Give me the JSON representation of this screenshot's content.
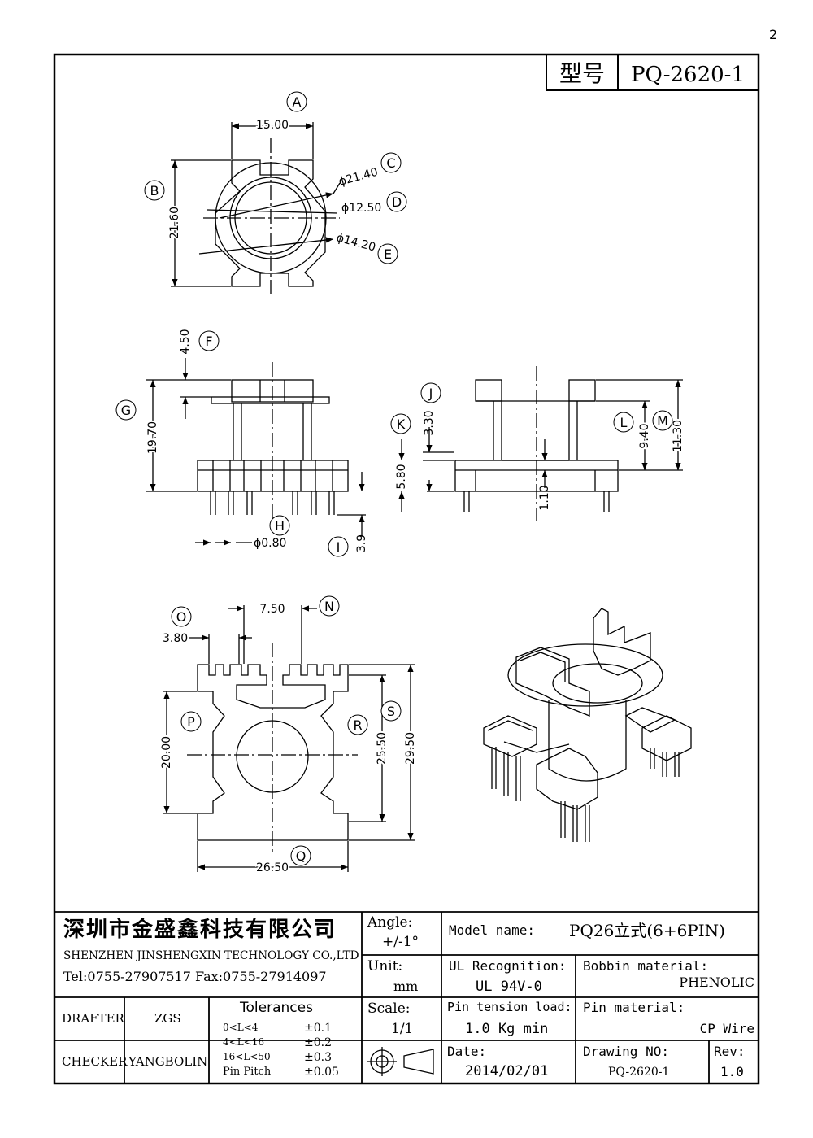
{
  "page_number": "2",
  "header": {
    "model_label": "型号",
    "model_number": "PQ-2620-1"
  },
  "view_labels": {
    "A": "A",
    "B": "B",
    "C": "C",
    "D": "D",
    "E": "E",
    "F": "F",
    "G": "G",
    "H": "H",
    "I": "I",
    "J": "J",
    "K": "K",
    "L": "L",
    "M": "M",
    "N": "N",
    "O": "O",
    "P": "P",
    "Q": "Q",
    "R": "R",
    "S": "S"
  },
  "dimensions": {
    "top_width": "15.00",
    "top_height": "21.60",
    "dia_c": "ϕ21.40",
    "dia_d": "ϕ12.50",
    "dia_e": "ϕ14.20",
    "front_f": "4.50",
    "front_g": "19.70",
    "pin_dia": "ϕ0.80",
    "pin_len": "3.9",
    "side_j": "3.30",
    "side_k": "5.80",
    "side_wall": "1.10",
    "side_l": "9.40",
    "side_m": "11.30",
    "bottom_n": "7.50",
    "bottom_o": "3.80",
    "bottom_p": "20.00",
    "bottom_s_inner": "25.50",
    "bottom_s_outer": "29.50",
    "bottom_q": "26.50"
  },
  "title_block": {
    "company_cn": "深圳市金盛鑫科技有限公司",
    "company_en": "SHENZHEN JINSHENGXIN TECHNOLOGY CO.,LTD",
    "contact": "Tel:0755-27907517   Fax:0755-27914097",
    "angle_label": "Angle:",
    "angle_value": "+/-1°",
    "unit_label": "Unit:",
    "unit_value": "mm",
    "scale_label": "Scale:",
    "scale_value": "1/1",
    "model_name_label": "Model name:",
    "model_name_value": "PQ26立式(6+6PIN)",
    "ul_label": "UL Recognition:",
    "ul_value": "UL 94V-0",
    "bobbin_label": "Bobbin material:",
    "bobbin_value": "PHENOLIC",
    "pin_tension_label": "Pin tension load:",
    "pin_tension_value": "1.0 Kg min",
    "pin_material_label": "Pin material:",
    "pin_material_value": "CP Wire",
    "drafter_label": "DRAFTER",
    "drafter_value": "ZGS",
    "checker_label": "CHECKER",
    "checker_value": "YANGBOLIN",
    "tolerances_title": "Tolerances",
    "tolerances": [
      {
        "range": "0<L<4",
        "value": "±0.1"
      },
      {
        "range": "4<L<16",
        "value": "±0.2"
      },
      {
        "range": "16<L<50",
        "value": "±0.3"
      },
      {
        "range": "Pin Pitch",
        "value": "±0.05"
      }
    ],
    "date_label": "Date:",
    "date_value": "2014/02/01",
    "drawing_no_label": "Drawing NO:",
    "drawing_no_value": "PQ-2620-1",
    "rev_label": "Rev:",
    "rev_value": "1.0"
  }
}
